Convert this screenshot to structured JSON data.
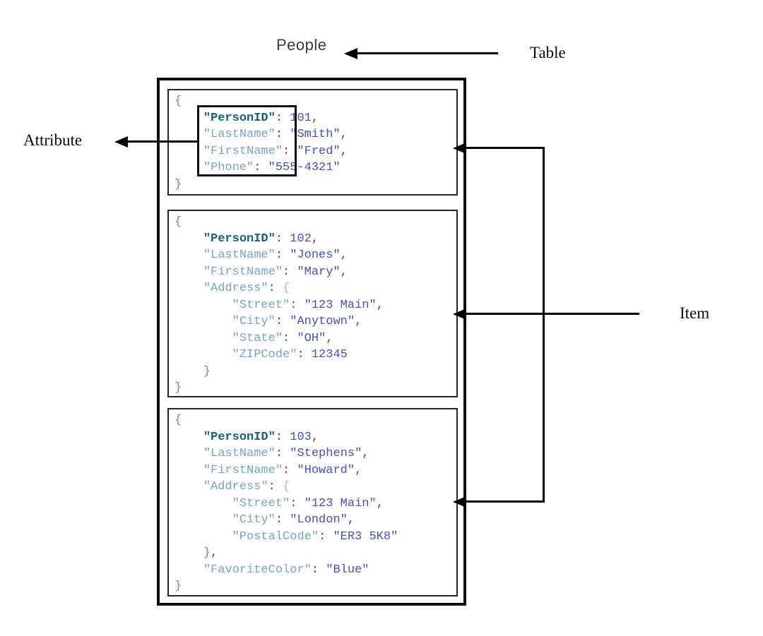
{
  "page": {
    "title": "People",
    "background": "#ffffff"
  },
  "labels": {
    "table": "Table",
    "attribute": "Attribute",
    "item": "Item"
  },
  "table": {
    "name": "People",
    "items": [
      {
        "name": "item-1",
        "lines": [
          "{",
          "    \"PersonID\": 101,",
          "    \"LastName\": \"Smith\",",
          "    \"FirstName\": \"Fred\",",
          "    \"Phone\": \"555-4321\"",
          "}"
        ]
      },
      {
        "name": "item-2",
        "lines": [
          "{",
          "    \"PersonID\": 102,",
          "    \"LastName\": \"Jones\",",
          "    \"FirstName\": \"Mary\",",
          "    \"Address\": {",
          "        \"Street\": \"123 Main\",",
          "        \"City\": \"Anytown\",",
          "        \"State\": \"OH\",",
          "        \"ZIPCode\": 12345",
          "    }",
          "}"
        ]
      },
      {
        "name": "item-3",
        "lines": [
          "{",
          "    \"PersonID\": 103,",
          "    \"LastName\": \"Stephens\",",
          "    \"FirstName\": \"Howard\",",
          "    \"Address\": {",
          "        \"Street\": \"123 Main\",",
          "        \"City\": \"London\",",
          "        \"PostalCode\": \"ER3 5K8\"",
          "    },",
          "    \"FavoriteColor\": \"Blue\"",
          "}"
        ]
      }
    ]
  },
  "colors": {
    "emphasizedKey": "PersonID",
    "key": "#76a5c5",
    "keyEmphasis": "#15617e",
    "value": "#4152c3",
    "punctuation": "#a02c2c",
    "brace": "#c4706a",
    "braceInline": "#a2bccd",
    "arrow": "#000000"
  }
}
